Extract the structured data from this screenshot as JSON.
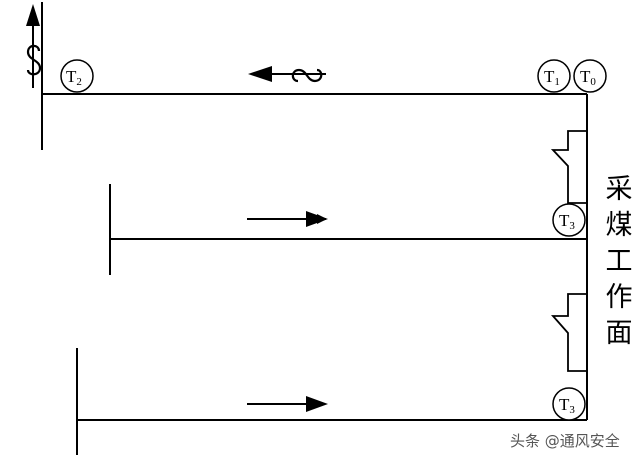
{
  "nodes": {
    "t2": {
      "base": "T",
      "sub": "2"
    },
    "t1": {
      "base": "T",
      "sub": "1"
    },
    "t0": {
      "base": "T",
      "sub": "0"
    },
    "t3_upper": {
      "base": "T",
      "sub": "3"
    },
    "t3_lower": {
      "base": "T",
      "sub": "3"
    }
  },
  "face_label": [
    "采",
    "煤",
    "工",
    "作",
    "面"
  ],
  "watermark": "头条 @通风安全"
}
